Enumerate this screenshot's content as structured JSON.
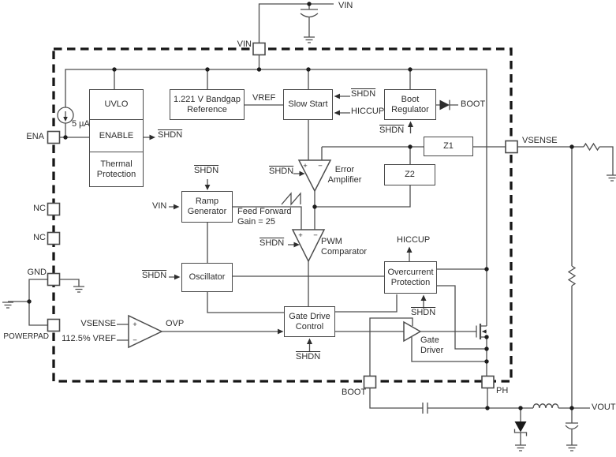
{
  "pins": {
    "vin": "VIN",
    "ena": "ENA",
    "nc1": "NC",
    "nc2": "NC",
    "gnd": "GND",
    "powerpad": "POWERPAD",
    "vsense": "VSENSE",
    "boot": "BOOT",
    "ph": "PH"
  },
  "blocks": {
    "uvlo": "UVLO",
    "enable": "ENABLE",
    "thermal_protection": "Thermal Protection",
    "bandgap": "1.221 V Bandgap Reference",
    "slow_start": "Slow Start",
    "boot_regulator": "Boot Regulator",
    "z1": "Z1",
    "z2": "Z2",
    "ramp_generator": "Ramp Generator",
    "oscillator": "Oscillator",
    "gate_drive_control": "Gate Drive Control",
    "overcurrent_protection": "Overcurrent Protection",
    "error_amplifier": "Error Amplifier",
    "pwm_comparator": "PWM Comparator",
    "gate_driver": "Gate Driver"
  },
  "nets": {
    "shdn": "SHDN",
    "hiccup": "HICCUP",
    "vref": "VREF",
    "vin": "VIN",
    "boot": "BOOT",
    "ovp": "OVP",
    "vsense": "VSENSE",
    "ovp_threshold": "112.5% VREF",
    "enable_current": "5 µA",
    "feed_forward": "Feed Forward Gain = 25",
    "vout": "VOUT"
  },
  "signs": {
    "plus": "+",
    "minus": "−"
  },
  "colors": {
    "wire": "#4d4d4d",
    "ic_outline": "#161616",
    "text": "#2d2d2d"
  }
}
